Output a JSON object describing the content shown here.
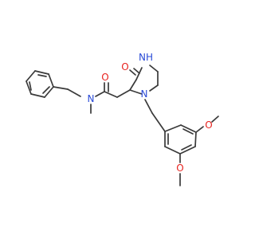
{
  "atoms": {
    "o_carbonyl": "O",
    "n_amide": "N",
    "o_ring": "O",
    "nh_ring": "NH",
    "n_ring": "N",
    "o_methoxy_top": "O",
    "o_methoxy_bottom": "O"
  },
  "colors": {
    "bond": "#3a3a3a",
    "oxygen": "#e8231f",
    "nitrogen": "#2a4bd7"
  }
}
